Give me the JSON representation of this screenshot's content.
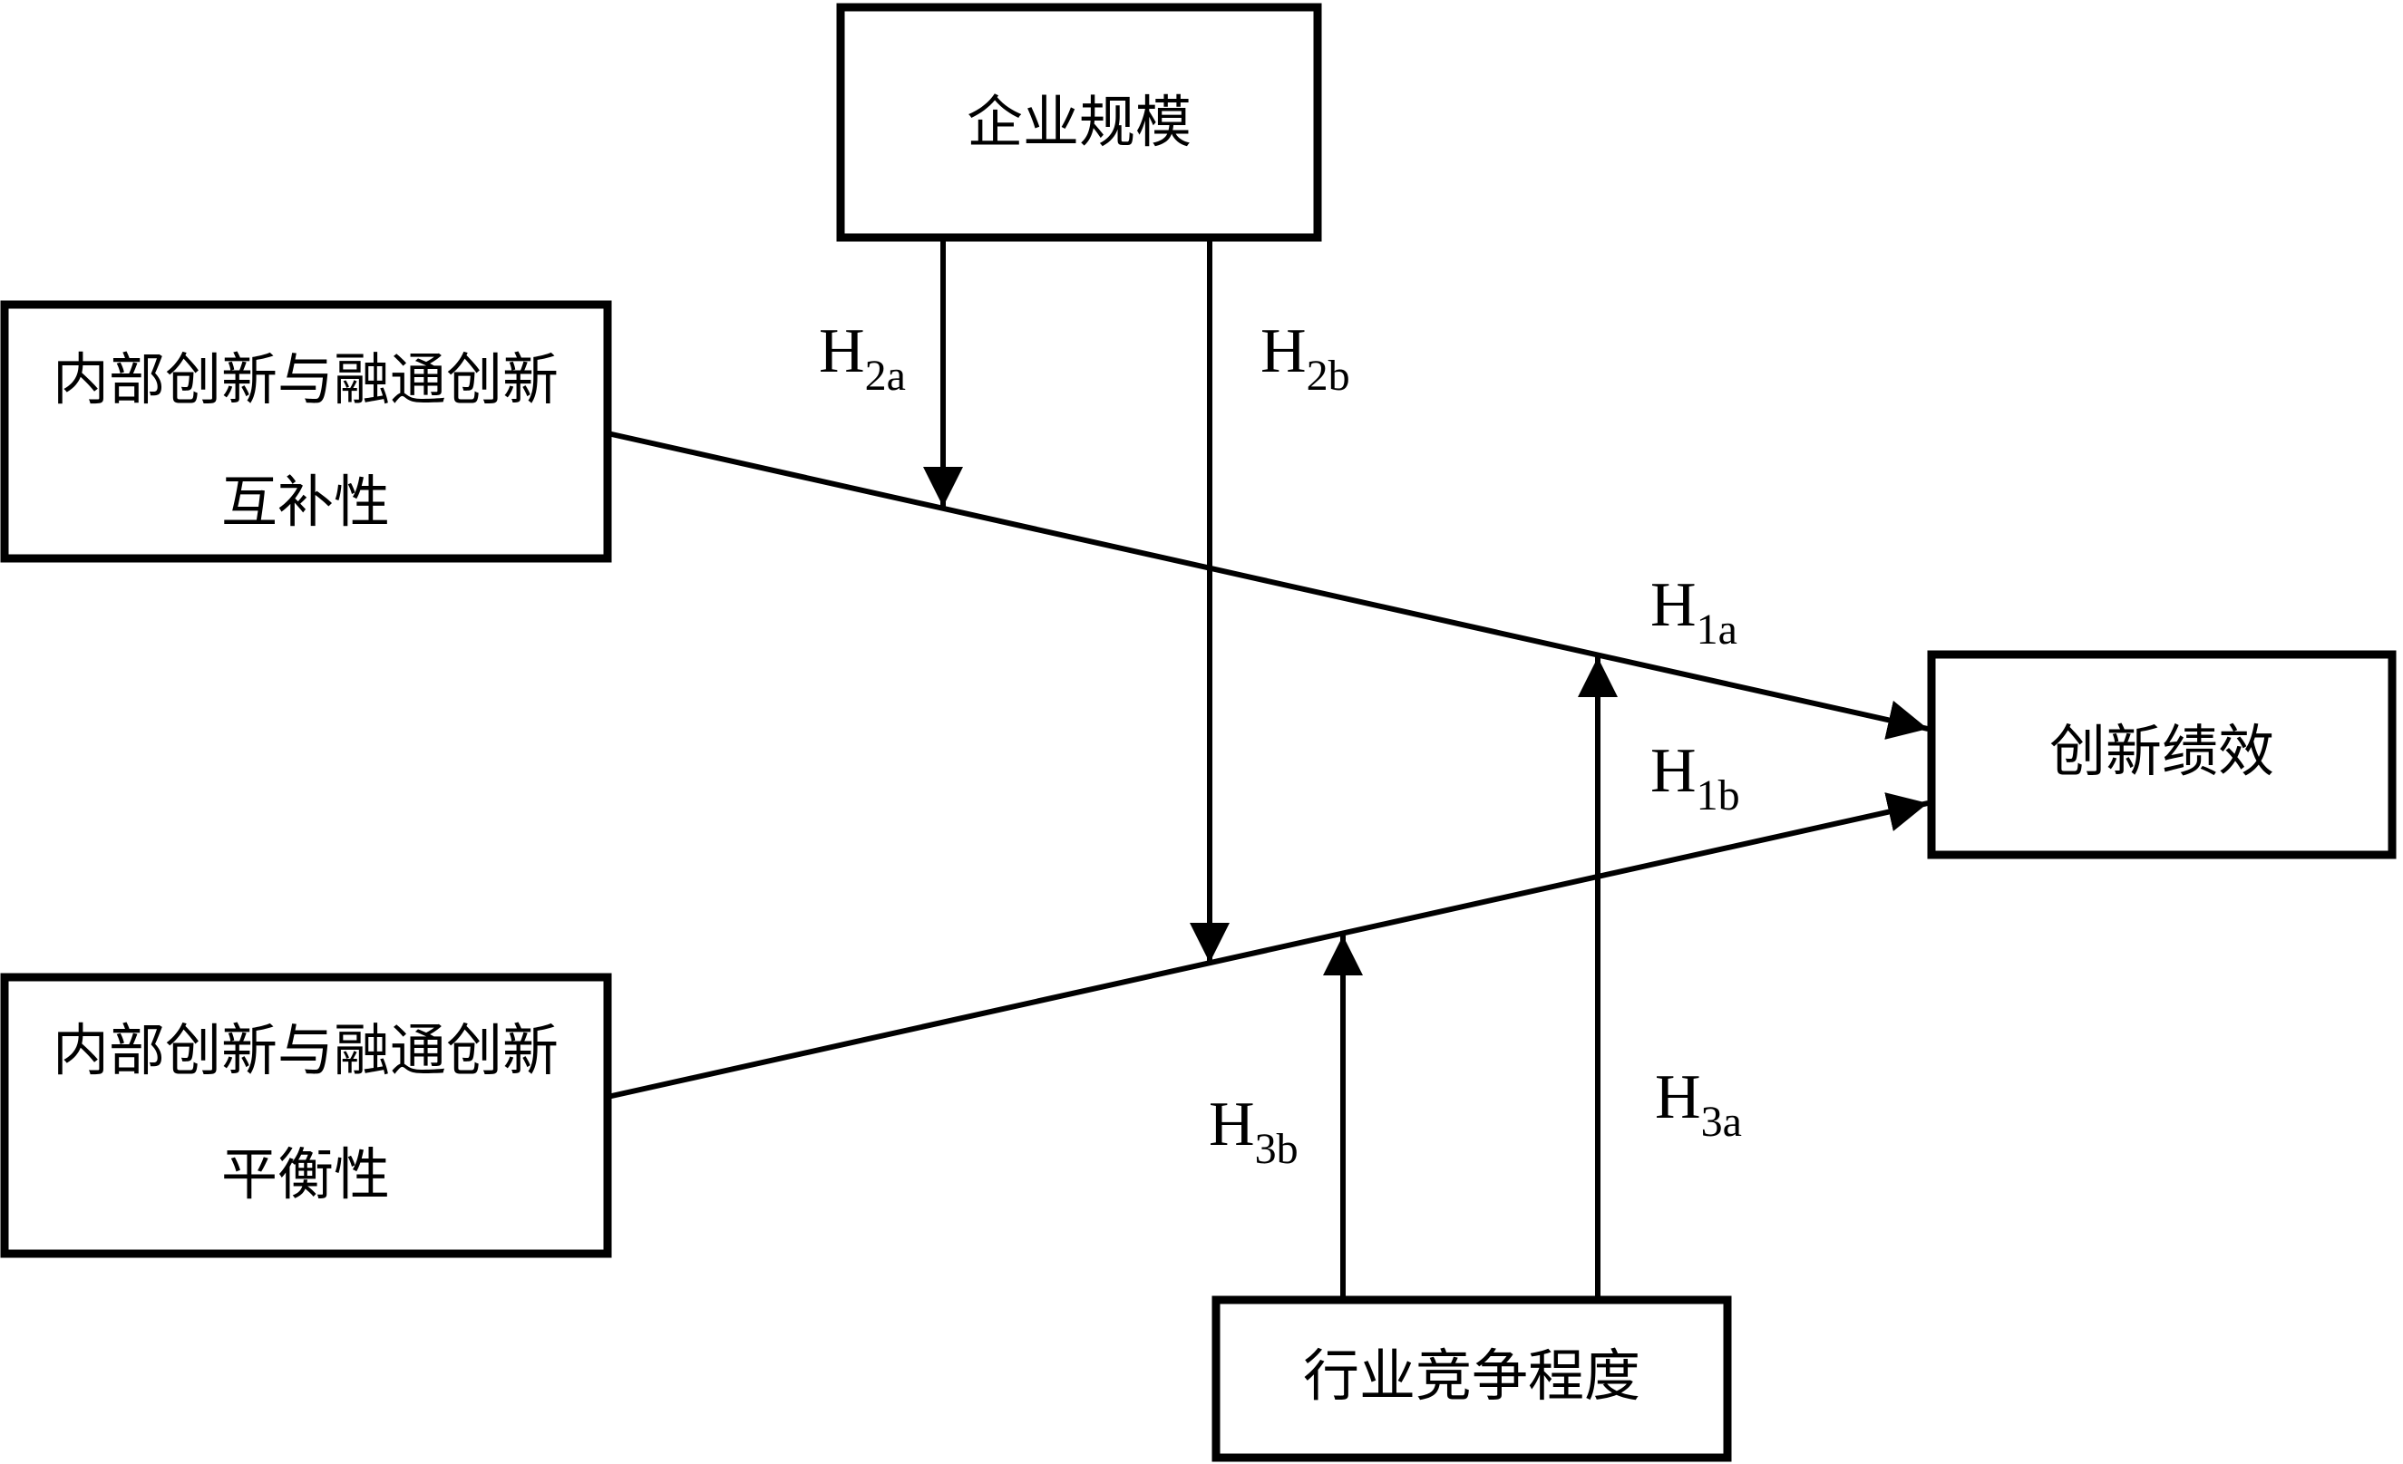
{
  "diagram": {
    "type": "hypothesis-path-model",
    "background_color": "#ffffff",
    "line_color": "#000000",
    "box_fill_color": "#ffffff",
    "boxes": {
      "firm_size": {
        "label": "企业规模"
      },
      "complementarity": {
        "line1": "内部创新与融通创新",
        "line2": "互补性"
      },
      "balance": {
        "line1": "内部创新与融通创新",
        "line2": "平衡性"
      },
      "innovation_performance": {
        "label": "创新绩效"
      },
      "industry_competition": {
        "label": "行业竞争程度"
      }
    },
    "hypotheses": {
      "h1a": {
        "main": "H",
        "sub": "1a"
      },
      "h1b": {
        "main": "H",
        "sub": "1b"
      },
      "h2a": {
        "main": "H",
        "sub": "2a"
      },
      "h2b": {
        "main": "H",
        "sub": "2b"
      },
      "h3a": {
        "main": "H",
        "sub": "3a"
      },
      "h3b": {
        "main": "H",
        "sub": "3b"
      }
    },
    "edges": [
      {
        "label": "H1a",
        "from": "complementarity",
        "to": "innovation_performance",
        "kind": "direct-effect"
      },
      {
        "label": "H1b",
        "from": "balance",
        "to": "innovation_performance",
        "kind": "direct-effect"
      },
      {
        "label": "H2a",
        "from": "firm_size",
        "to": "H1a-path",
        "kind": "moderation"
      },
      {
        "label": "H2b",
        "from": "firm_size",
        "to": "H1b-path",
        "kind": "moderation"
      },
      {
        "label": "H3a",
        "from": "industry_competition",
        "to": "H1a-path",
        "kind": "moderation"
      },
      {
        "label": "H3b",
        "from": "industry_competition",
        "to": "H1b-path",
        "kind": "moderation"
      }
    ]
  }
}
